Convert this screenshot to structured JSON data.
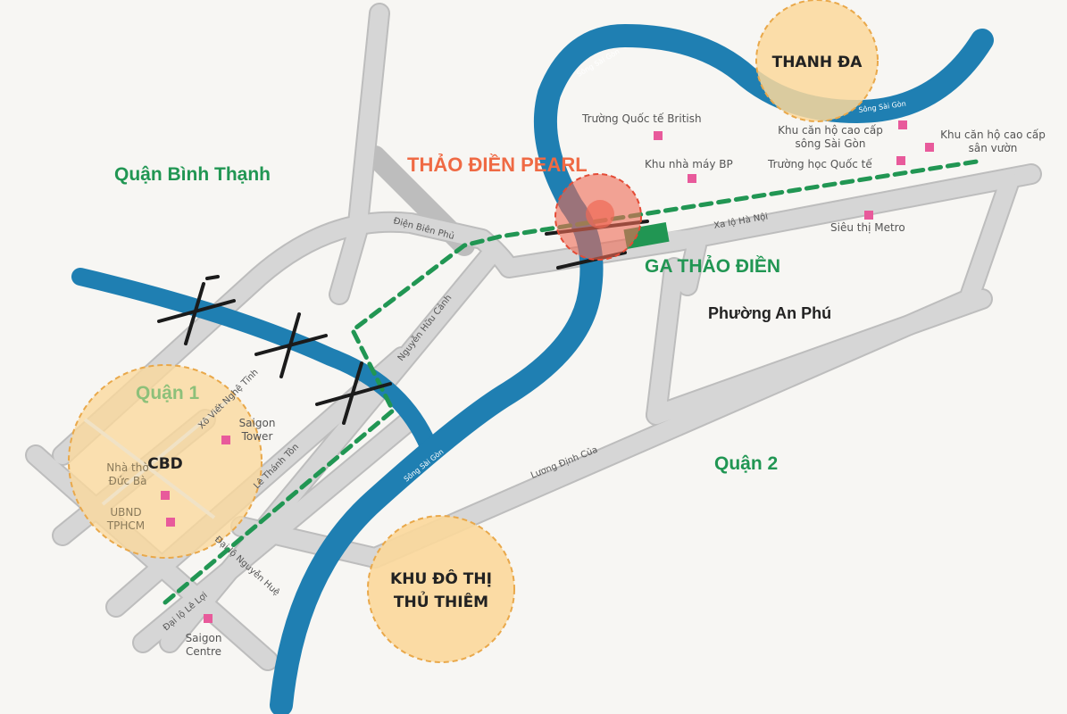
{
  "colors": {
    "background": "#f7f6f3",
    "road": "#d6d6d6",
    "road_edge": "#bdbdbd",
    "river": "#1f7fb2",
    "metro": "#219653",
    "district": "#219653",
    "zone_fill": "#fbd89b",
    "zone_stroke": "#e9a84a",
    "highlight": "#ef6a55",
    "poi": "#e85a9b",
    "bridge": "#1b1b1b"
  },
  "districts": {
    "binh_thanh": "Quận Bình Thạnh",
    "quan1": "Quận 1",
    "quan2": "Quận 2"
  },
  "highlight": {
    "project": "THẢO ĐIỀN PEARL",
    "station": "GA THẢO ĐIỀN",
    "ward": "Phường An Phú"
  },
  "zones": {
    "thanh_da": "THANH ĐA",
    "cbd": "CBD",
    "thu_thiem_line1": "KHU ĐÔ THỊ",
    "thu_thiem_line2": "THỦ THIÊM"
  },
  "rivers": {
    "song_sai_gon_1": "Sông Sài Gòn",
    "song_sai_gon_2": "Sông Sài Gòn",
    "song_sai_gon_3": "Sông Sài Gòn"
  },
  "roads": {
    "dien_bien_phu": "Điện Biên Phủ",
    "nguyen_huu_canh": "Nguyễn Hữu Cảnh",
    "xa_lo_ha_noi": "Xa lộ Hà Nội",
    "luong_dinh_cua": "Lương Định Của",
    "xo_viet_nghe_tinh": "Xô Viết Nghệ Tĩnh",
    "le_thanh_ton": "Lê Thánh Tôn",
    "nguyen_hue": "Đại lộ Nguyễn Huệ",
    "le_loi": "Đại lộ Lê Lợi"
  },
  "pois": {
    "british_school": "Trường Quốc tế British",
    "bp_factory": "Khu nhà máy BP",
    "apt_saigon_line1": "Khu căn hộ cao cấp",
    "apt_saigon_line2": "sông Sài Gòn",
    "apt_garden_line1": "Khu căn hộ cao cấp",
    "apt_garden_line2": "sân vườn",
    "intl_school": "Trường học Quốc tế",
    "metro_market": "Siêu thị Metro",
    "saigon_tower_line1": "Saigon",
    "saigon_tower_line2": "Tower",
    "cathedral_line1": "Nhà thờ",
    "cathedral_line2": "Đức Bà",
    "ubnd_line1": "UBND",
    "ubnd_line2": "TPHCM",
    "saigon_centre_line1": "Saigon",
    "saigon_centre_line2": "Centre"
  }
}
